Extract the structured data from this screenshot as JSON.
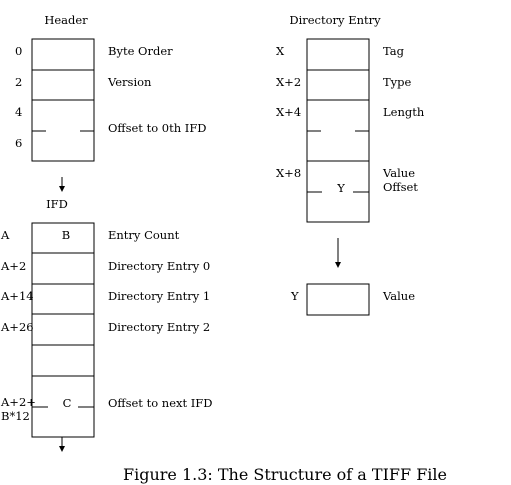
{
  "header": {
    "title": "Header",
    "offsets": [
      "0",
      "2",
      "4",
      "6"
    ],
    "labels": [
      "Byte Order",
      "Version",
      "Offset to 0th IFD"
    ]
  },
  "ifd": {
    "title": "IFD",
    "offsets": [
      "A",
      "A+2",
      "A+14",
      "A+26",
      "A+2+",
      "B*12"
    ],
    "cell_values": [
      "B",
      "C"
    ],
    "labels": [
      "Entry Count",
      "Directory Entry 0",
      "Directory Entry 1",
      "Directory Entry 2",
      "Offset to next IFD"
    ]
  },
  "directory_entry": {
    "title": "Directory Entry",
    "offsets": [
      "X",
      "X+2",
      "X+4",
      "X+8"
    ],
    "cell_values": [
      "Y"
    ],
    "labels": [
      "Tag",
      "Type",
      "Length",
      "Value",
      "Offset"
    ]
  },
  "value_box": {
    "offset": "Y",
    "label": "Value"
  },
  "caption": "Figure 1.3: The Structure of a TIFF File"
}
